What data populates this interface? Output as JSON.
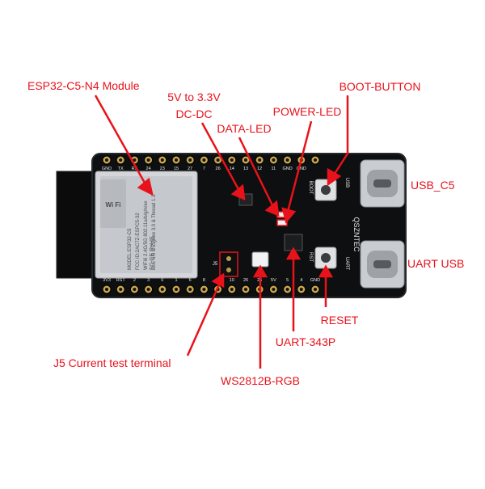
{
  "labels": {
    "module": "ESP32-C5-N4 Module",
    "dcdc_line1": "5V to 3.3V",
    "dcdc_line2": "DC-DC",
    "data_led": "DATA-LED",
    "power_led": "POWER-LED",
    "boot_button": "BOOT-BUTTON",
    "usb_c5": "USB_C5",
    "uart_usb": "UART USB",
    "reset": "RESET",
    "uart_chip": "UART-343P",
    "j5": "J5 Current test terminal",
    "ws2812b": "WS2812B-RGB"
  },
  "board": {
    "brand": "QSZNTEC",
    "module_text": [
      "MODEL:ESP32-C5",
      "FCC ID:2AC7Z-ESPC5-32",
      "WiFi6 2.4G/5G 802.11a/b/g/n/ax",
      "BLE 5.0 & Zigbee 3.0 & Thread 1.3"
    ],
    "wifi_logo": "Wi Fi",
    "fc_rohs": "FC CE RoHS",
    "pin_numbers_bottom": [
      "3V3",
      "RST",
      "2",
      "3",
      "0",
      "1",
      "6",
      "8",
      "9",
      "10",
      "26",
      "25",
      "5V",
      "5",
      "4",
      "GND"
    ],
    "pin_labels_top": [
      "GND",
      "TX",
      "RX",
      "24",
      "23",
      "15",
      "27",
      "7",
      "26",
      "14",
      "13",
      "12",
      "11",
      "GND",
      "GND"
    ],
    "marks": {
      "boot": "BOOT",
      "rst": "RST",
      "usb": "USB",
      "uart": "UART",
      "j5": "J5"
    }
  },
  "colors": {
    "annotation": "#e8121b",
    "pcb": "#0d0f10",
    "metal": "#c9ccd0"
  }
}
